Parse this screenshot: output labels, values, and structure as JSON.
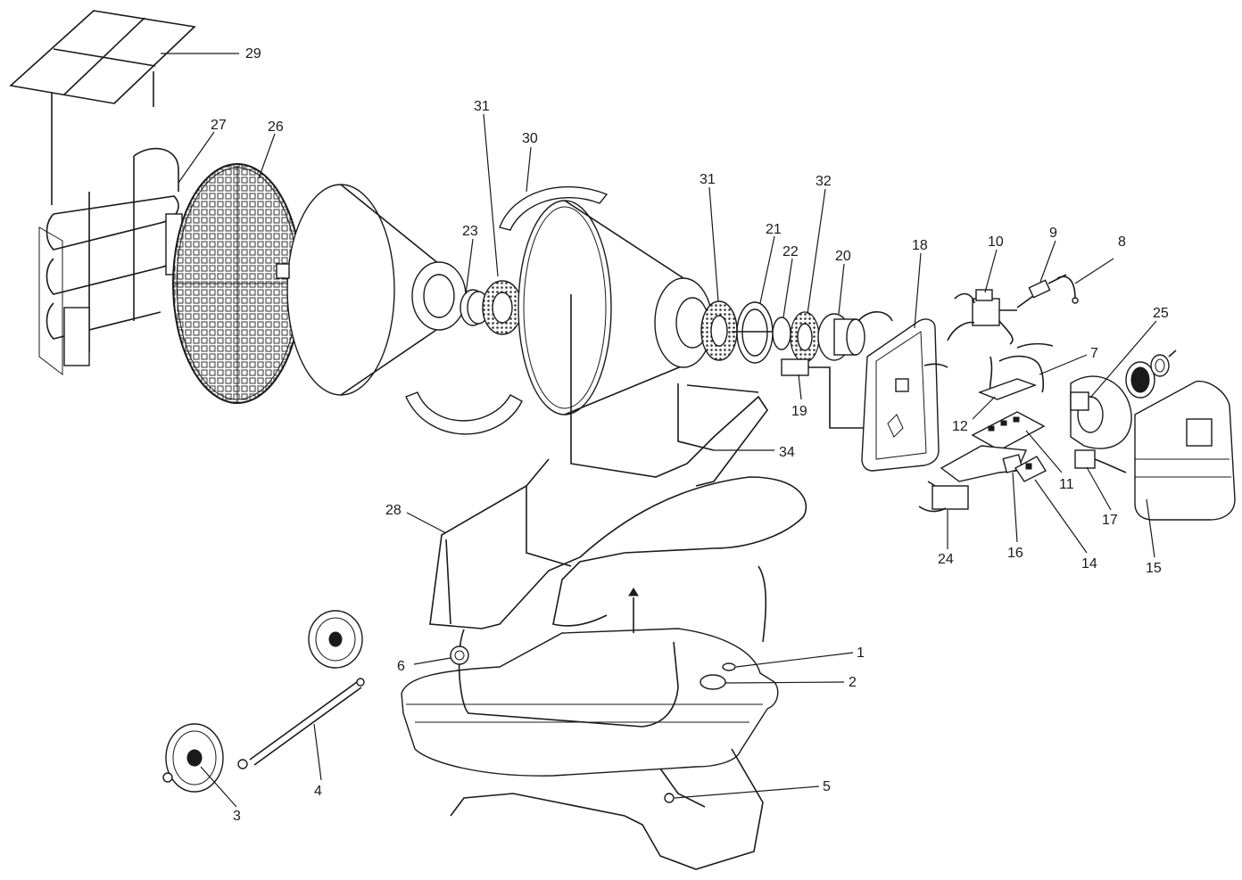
{
  "diagram": {
    "part_labels": [
      "1",
      "2",
      "3",
      "4",
      "5",
      "6",
      "7",
      "8",
      "9",
      "10",
      "11",
      "12",
      "14",
      "15",
      "16",
      "17",
      "18",
      "19",
      "20",
      "21",
      "22",
      "23",
      "24",
      "25",
      "26",
      "27",
      "28",
      "29",
      "30",
      "31",
      "32",
      "34"
    ],
    "callouts": [
      {
        "label": "29"
      },
      {
        "label": "27"
      },
      {
        "label": "26"
      },
      {
        "label": "31"
      },
      {
        "label": "30"
      },
      {
        "label": "23"
      },
      {
        "label": "31"
      },
      {
        "label": "21"
      },
      {
        "label": "22"
      },
      {
        "label": "32"
      },
      {
        "label": "20"
      },
      {
        "label": "18"
      },
      {
        "label": "10"
      },
      {
        "label": "9"
      },
      {
        "label": "8"
      },
      {
        "label": "25"
      },
      {
        "label": "7"
      },
      {
        "label": "12"
      },
      {
        "label": "19"
      },
      {
        "label": "11"
      },
      {
        "label": "34"
      },
      {
        "label": "17"
      },
      {
        "label": "24"
      },
      {
        "label": "16"
      },
      {
        "label": "14"
      },
      {
        "label": "15"
      },
      {
        "label": "28"
      },
      {
        "label": "1"
      },
      {
        "label": "6"
      },
      {
        "label": "2"
      },
      {
        "label": "4"
      },
      {
        "label": "5"
      },
      {
        "label": "3"
      }
    ]
  }
}
